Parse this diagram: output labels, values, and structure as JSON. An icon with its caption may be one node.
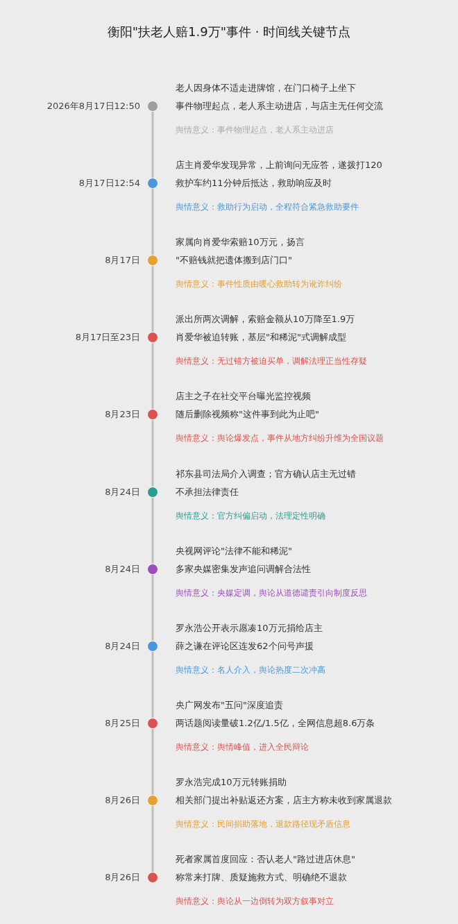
{
  "diagram": {
    "title": "衡阳\"扶老人赔1.9万\"事件 · 时间线关键节点",
    "nodes": [
      {
        "text": [],
        "shape": "circle",
        "beside": [
          "2026年8月17日12:50",
          "老人因身体不适走进牌馆，在门口椅子上坐下",
          "事件物理起点，老人系主动进店，与店主无任何交流",
          "舆情意义：事件物理起点，老人系主动进店"
        ]
      },
      {
        "text": [],
        "shape": "circle",
        "beside": [
          "8月17日12:54",
          "店主肖爱华发现异常，上前询问无应答，遂拨打120",
          "救护车约11分钟后抵达，救助响应及时",
          "舆情意义：救助行为启动，全程符合紧急救助要件"
        ]
      },
      {
        "text": [],
        "shape": "circle",
        "beside": [
          "8月17日",
          "家属向肖爱华索赔10万元，扬言",
          "\"不赔钱就把遗体搬到店门口\"",
          "舆情意义：事件性质由暖心救助转为讹诈纠纷"
        ]
      },
      {
        "text": [],
        "shape": "circle",
        "beside": [
          "8月17日至23日",
          "派出所两次调解，索赔金额从10万降至1.9万",
          "肖爱华被迫转账，基层\"和稀泥\"式调解成型",
          "舆情意义：无过错方被迫买单，调解法理正当性存疑"
        ]
      },
      {
        "text": [],
        "shape": "circle",
        "beside": [
          "8月23日",
          "店主之子在社交平台曝光监控视频",
          "随后删除视频称\"这件事到此为止吧\"",
          "舆情意义：舆论爆发点，事件从地方纠纷升维为全国议题"
        ]
      },
      {
        "text": [],
        "shape": "circle",
        "beside": [
          "8月24日",
          "祁东县司法局介入调查；官方确认店主无过错",
          "不承担法律责任",
          "舆情意义：官方纠偏启动，法理定性明确"
        ]
      },
      {
        "text": [],
        "shape": "circle",
        "beside": [
          "8月24日",
          "央视网评论\"法律不能和稀泥\"",
          "多家央媒密集发声追问调解合法性",
          "舆情意义：央媒定调，舆论从道德谴责引向制度反思"
        ]
      },
      {
        "text": [],
        "shape": "circle",
        "beside": [
          "8月24日",
          "罗永浩公开表示愿凑10万元捐给店主",
          "薛之谦在评论区连发62个问号声援",
          "舆情意义：名人介入，舆论热度二次冲高"
        ]
      },
      {
        "text": [],
        "shape": "circle",
        "beside": [
          "8月25日",
          "央广网发布\"五问\"深度追责",
          "两话题阅读量破1.2亿/1.5亿，全网信息超8.6万条",
          "舆情意义：舆情峰值，进入全民辩论"
        ]
      },
      {
        "text": [],
        "shape": "circle",
        "beside": [
          "8月26日",
          "罗永浩完成10万元转账捐助",
          "相关部门提出补贴返还方案，店主方称未收到家属退款",
          "舆情意义：民间捐助落地，退款路径现矛盾信息"
        ]
      },
      {
        "text": [],
        "shape": "circle",
        "beside": [
          "8月26日",
          "死者家属首度回应：否认老人\"路过进店休息\"",
          "称常来打牌、质疑施救方式、明确绝不退款",
          "舆情意义：舆论从一边倒转为双方叙事对立"
        ]
      }
    ],
    "edges": [
      {
        "from": 0,
        "to": 1,
        "arrow": "none"
      },
      {
        "from": 1,
        "to": 2,
        "arrow": "none"
      },
      {
        "from": 2,
        "to": 3,
        "arrow": "none"
      },
      {
        "from": 3,
        "to": 4,
        "arrow": "none"
      },
      {
        "from": 4,
        "to": 5,
        "arrow": "none"
      },
      {
        "from": 5,
        "to": 6,
        "arrow": "none"
      },
      {
        "from": 6,
        "to": 7,
        "arrow": "none"
      },
      {
        "from": 7,
        "to": 8,
        "arrow": "none"
      },
      {
        "from": 8,
        "to": 9,
        "arrow": "none"
      },
      {
        "from": 9,
        "to": 10,
        "arrow": "none"
      }
    ]
  }
}
